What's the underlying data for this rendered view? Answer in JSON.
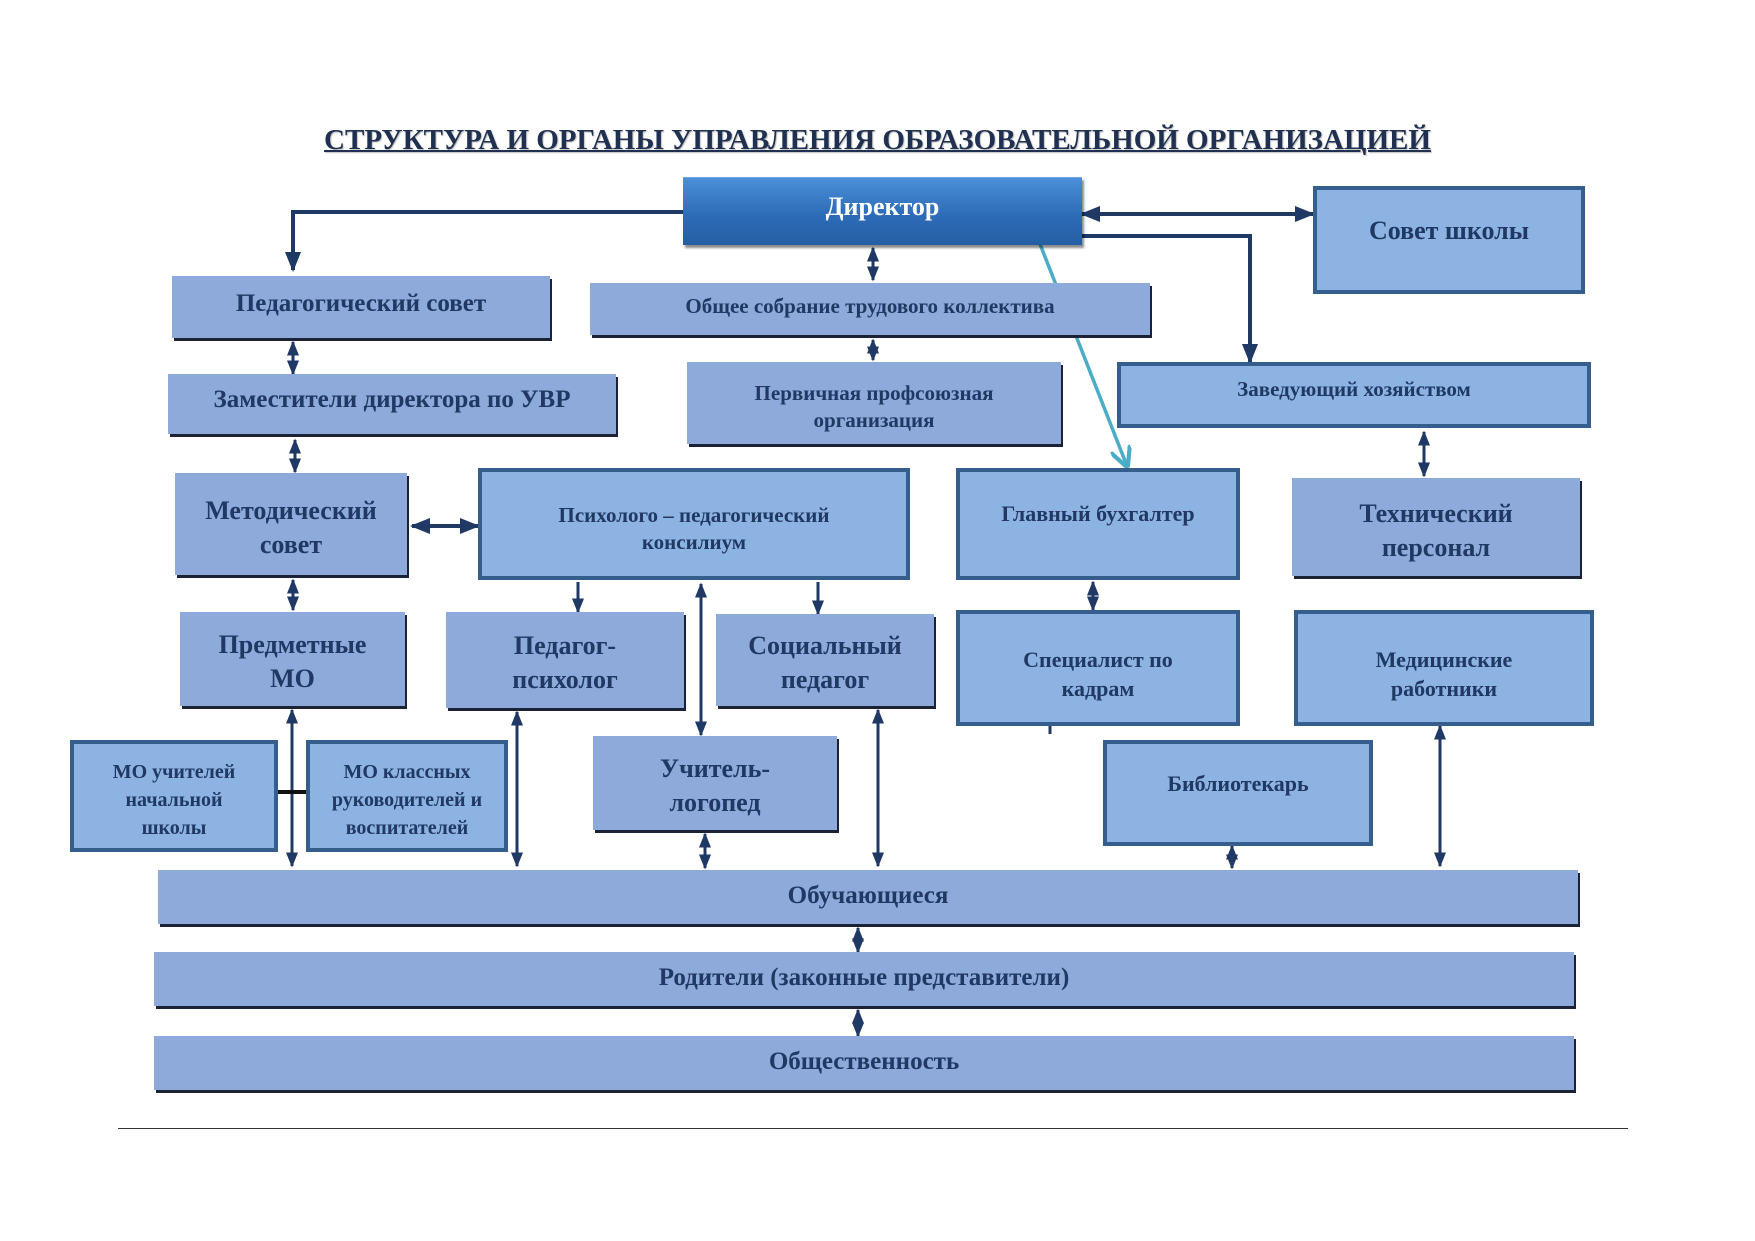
{
  "title": "СТРУКТУРА И ОРГАНЫ УПРАВЛЕНИЯ ОБРАЗОВАТЕЛЬНОЙ ОРГАНИЗАЦИЕЙ",
  "colors": {
    "director_fill": "#2e6cb8",
    "box_fill": "#8eaadb",
    "framed_box_fill": "#8db3e2",
    "frame_border": "#355e8d",
    "text": "#1f3864",
    "connector": "#1f3864",
    "accent_arrow": "#4bacc6"
  },
  "nodes": {
    "director": "Директор",
    "school_council": "Совет школы",
    "pedagogical_council": "Педагогический совет",
    "general_meeting": "Общее собрание трудового коллектива",
    "deputy_directors": "Заместители директора по УВР",
    "trade_union": [
      "Первичная профсоюзная",
      "организация"
    ],
    "supply_manager": "Заведующий хозяйством",
    "methodical_council": [
      "Методический",
      "совет"
    ],
    "ppk": [
      "Психолого – педагогический",
      "консилиум"
    ],
    "chief_accountant": "Главный бухгалтер",
    "technical_staff": [
      "Технический",
      "персонал"
    ],
    "subject_mo": [
      "Предметные",
      "МО"
    ],
    "teacher_psychologist": [
      "Педагог-",
      "психолог"
    ],
    "social_pedagogue": [
      "Социальный",
      "педагог"
    ],
    "hr_specialist": [
      "Специалист по",
      "кадрам"
    ],
    "medical_staff": [
      "Медицинские",
      "работники"
    ],
    "mo_primary": [
      "МО учителей",
      "начальной",
      "школы"
    ],
    "mo_class_teachers": [
      "МО классных",
      "руководителей и",
      "воспитателей"
    ],
    "speech_therapist": [
      "Учитель-",
      "логопед"
    ],
    "librarian": "Библиотекарь",
    "students": "Обучающиеся",
    "parents": "Родители (законные представители)",
    "public": "Общественность"
  }
}
